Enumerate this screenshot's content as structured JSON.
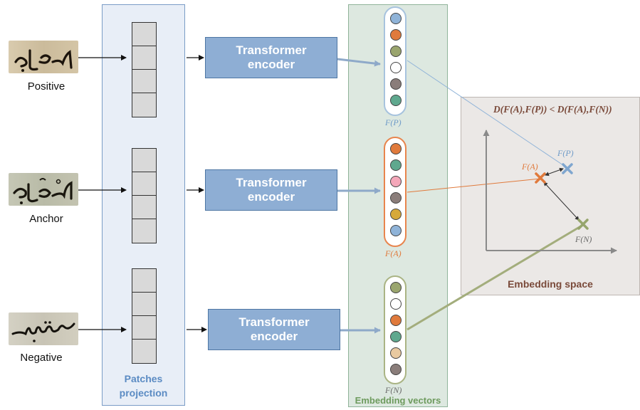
{
  "patches_panel": {
    "label_line1": "Patches",
    "label_line2": "projection"
  },
  "embedding_panel": {
    "label": "Embedding vectors"
  },
  "space_panel": {
    "inequality": "D(F(A),F(P)) < D(F(A),F(N))",
    "label": "Embedding space",
    "point_p": "F(P)",
    "point_a": "F(A)",
    "point_n": "F(N)"
  },
  "rows": [
    {
      "word": "Positive",
      "encoder_line1": "Transformer",
      "encoder_line2": "encoder",
      "vector_label": "F(P)",
      "border_color": "#a7c3de",
      "dots": [
        "#8fb3d8",
        "#e07a3c",
        "#9aa56e",
        "#ffffff",
        "#8a7d7a",
        "#5fa88e"
      ]
    },
    {
      "word": "Anchor",
      "encoder_line1": "Transformer",
      "encoder_line2": "encoder",
      "vector_label": "F(A)",
      "border_color": "#e8854d",
      "dots": [
        "#e07a3c",
        "#5fa88e",
        "#f4a7b9",
        "#8a7d7a",
        "#d6a93a",
        "#8fb3d8"
      ]
    },
    {
      "word": "Negative",
      "encoder_line1": "Transformer",
      "encoder_line2": "encoder",
      "vector_label": "F(N)",
      "border_color": "#aab484",
      "dots": [
        "#9aa56e",
        "#ffffff",
        "#e07a3c",
        "#5fa88e",
        "#e8c9a0",
        "#8a7d7a"
      ]
    }
  ]
}
